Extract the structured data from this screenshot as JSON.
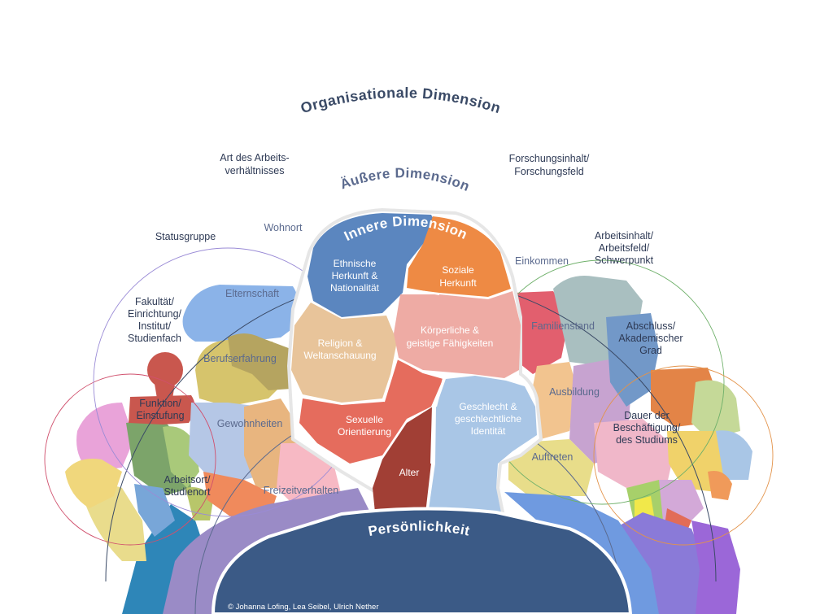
{
  "titles": {
    "organisational": "Organisationale Dimension",
    "outer": "Äußere Dimension",
    "inner": "Innere Dimension",
    "personality": "Persönlichkeit"
  },
  "organisational_items": {
    "art_1": "Art des Arbeits-",
    "art_2": "verhältnisses",
    "forschung_1": "Forschungsinhalt/",
    "forschung_2": "Forschungsfeld",
    "statusgruppe": "Statusgruppe",
    "arbeitsinhalt_1": "Arbeitsinhalt/",
    "arbeitsinhalt_2": "Arbeitsfeld/",
    "arbeitsinhalt_3": "Schwerpunkt",
    "fakultaet_1": "Fakultät/",
    "fakultaet_2": "Einrichtung/",
    "fakultaet_3": "Institut/",
    "fakultaet_4": "Studienfach",
    "abschluss_1": "Abschluss/",
    "abschluss_2": "Akademischer",
    "abschluss_3": "Grad",
    "funktion_1": "Funktion/",
    "funktion_2": "Einstufung",
    "arbeitsort_1": "Arbeitsort/",
    "arbeitsort_2": "Studienort",
    "dauer_1": "Dauer der",
    "dauer_2": "Beschäftigung/",
    "dauer_3": "des Studiums"
  },
  "outer_items": {
    "wohnort": "Wohnort",
    "einkommen": "Einkommen",
    "elternschaft": "Elternschaft",
    "familienstand": "Familienstand",
    "berufserfahrung": "Berufserfahrung",
    "ausbildung": "Ausbildung",
    "gewohnheiten": "Gewohnheiten",
    "auftreten": "Auftreten",
    "freizeitverhalten": "Freizeitverhalten"
  },
  "inner_items": {
    "ethnisch_1": "Ethnische",
    "ethnisch_2": "Herkunft &",
    "ethnisch_3": "Nationalität",
    "sozial_1": "Soziale",
    "sozial_2": "Herkunft",
    "religion_1": "Religion &",
    "religion_2": "Weltanschauung",
    "koerper_1": "Körperliche &",
    "koerper_2": "geistige Fähigkeiten",
    "sexuell_1": "Sexuelle",
    "sexuell_2": "Orientierung",
    "geschlecht_1": "Geschlecht &",
    "geschlecht_2": "geschlechtliche",
    "geschlecht_3": "Identität",
    "alter": "Alter"
  },
  "copyright": "© Johanna Lofing, Lea Seibel, Ulrich Nether",
  "colors": {
    "personality": "#3b5a86",
    "ethnisch": "#5b86bf",
    "sozial": "#ee8a44",
    "religion": "#e8c49a",
    "koerper": "#eeaba4",
    "sexuell": "#e56c5d",
    "alter": "#a13f35",
    "geschlecht": "#a9c6e6",
    "org_ring": "#3a4a66",
    "outer_ring": "#5b6a8e"
  }
}
